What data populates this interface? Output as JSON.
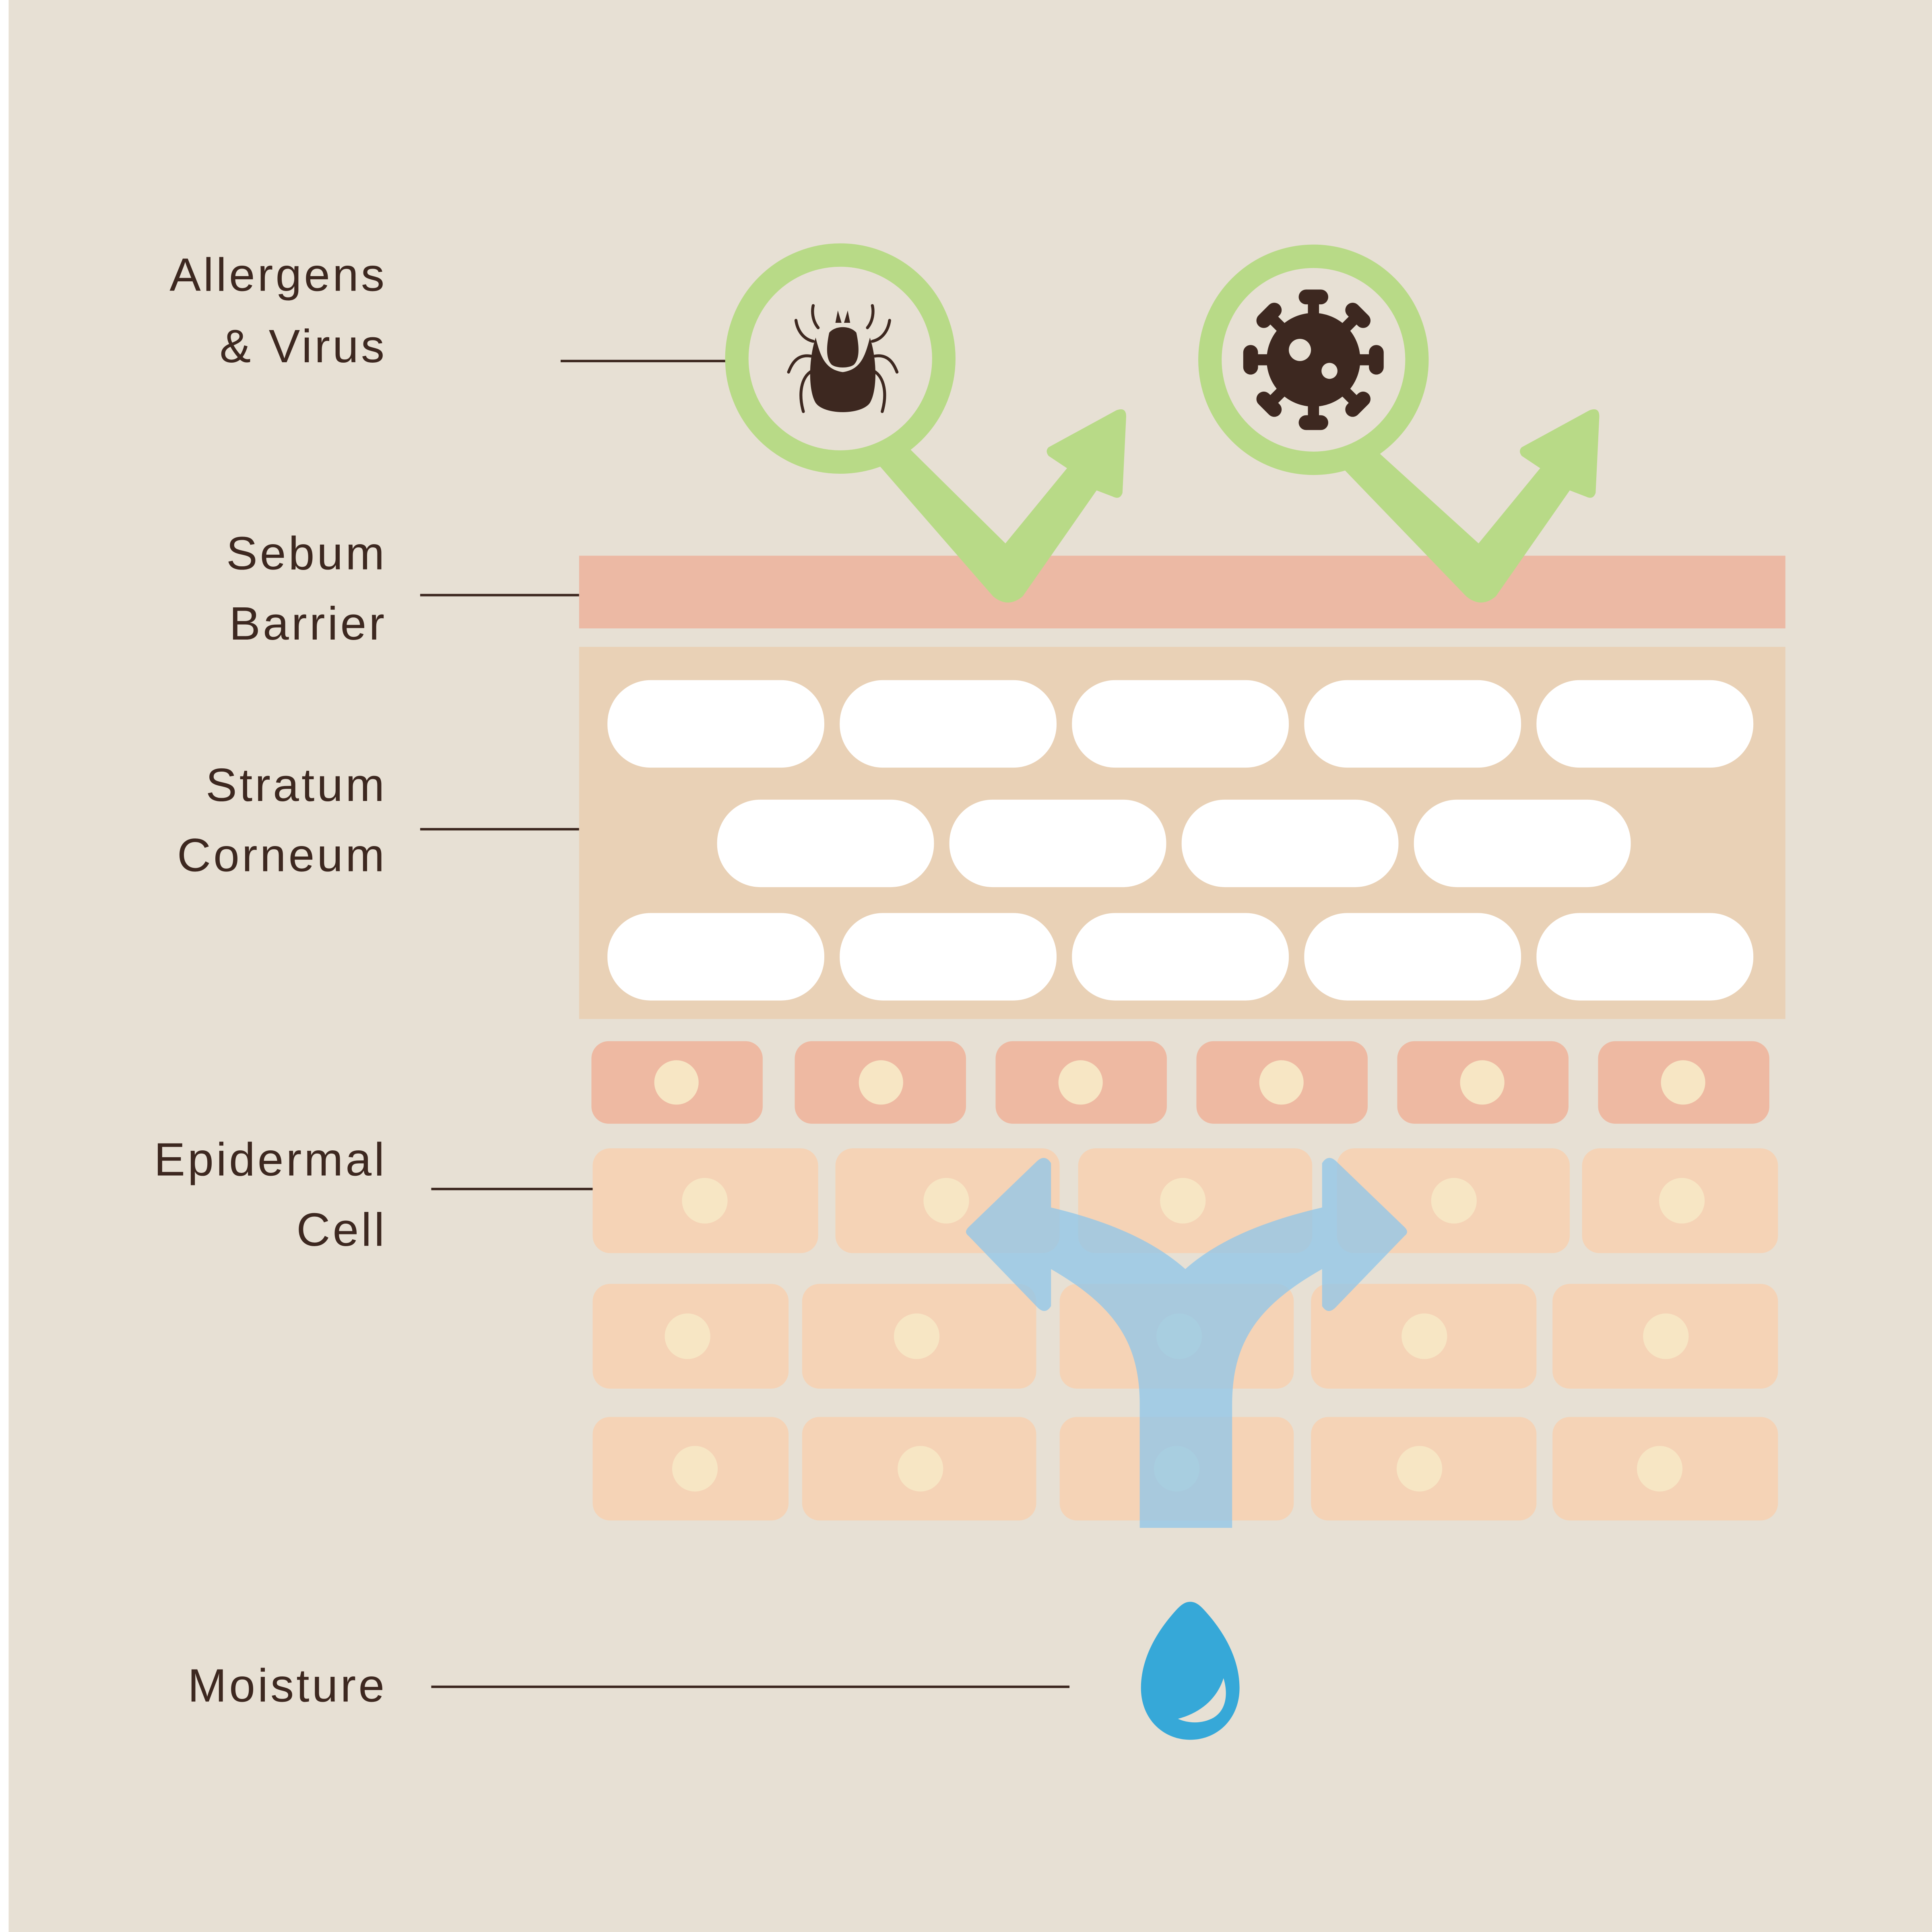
{
  "diagram": {
    "title": "Skin barrier layers",
    "labels": {
      "allergens": [
        "Allergens",
        "& Virus"
      ],
      "sebum": [
        "Sebum",
        "Barrier"
      ],
      "stratum": [
        "Stratum",
        "Corneum"
      ],
      "epidermal": [
        "Epidermal",
        "Cell"
      ],
      "moisture": [
        "Moisture"
      ]
    },
    "icons": {
      "allergen_1": "tick-mite-icon",
      "allergen_2": "virus-icon",
      "moisture": "water-drop-icon",
      "deflect_arrows": "bounce-arrow-icon",
      "moisture_flow": "split-arrow-icon"
    },
    "layers": {
      "stratum_corneum_rows": [
        5,
        4,
        5
      ],
      "epidermal_rows": [
        6,
        5,
        5,
        5
      ]
    },
    "colors": {
      "background": "#e7e0d4",
      "text": "#3d2820",
      "sebum": "#ecb9a4",
      "stratum": "#e9d1b6",
      "corneocyte": "#ffffff",
      "epidermal_top": "#eeb9a2",
      "epidermal": "#f5d3b6",
      "nucleus": "#f7e6c4",
      "green": "#b8da87",
      "blue_arrow": "#8ec5ea",
      "drop": "#36a8d8"
    }
  }
}
